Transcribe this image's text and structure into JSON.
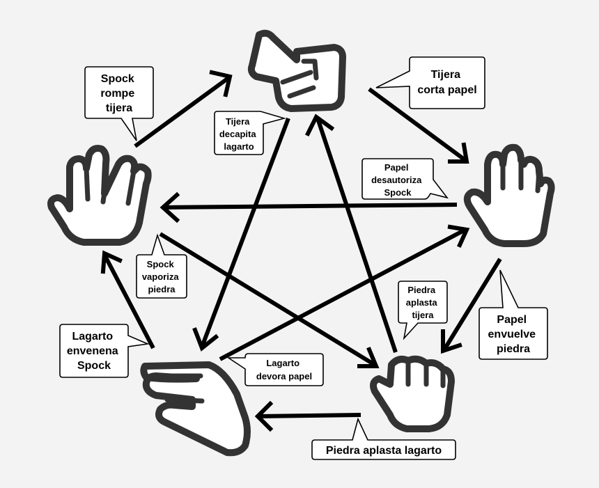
{
  "labels": {
    "spock_rompe_tijera": [
      "Spock",
      "rompe",
      "tijera"
    ],
    "tijera_corta_papel": [
      "Tijera",
      "corta papel"
    ],
    "tijera_decapita_lagarto": [
      "Tijera",
      "decapita",
      "lagarto"
    ],
    "papel_desautoriza_spock": [
      "Papel",
      "desautoriza",
      "Spock"
    ],
    "spock_vaporiza_piedra": [
      "Spock",
      "vaporiza",
      "piedra"
    ],
    "piedra_aplasta_tijera": [
      "Piedra",
      "aplasta",
      "tijera"
    ],
    "papel_envuelve_piedra": [
      "Papel",
      "envuelve",
      "piedra"
    ],
    "lagarto_envenena_spock": [
      "Lagarto",
      "envenena",
      "Spock"
    ],
    "lagarto_devora_papel": [
      "Lagarto",
      "devora papel"
    ],
    "piedra_aplasta_lagarto": [
      "Piedra aplasta lagarto"
    ]
  },
  "icons": {
    "scissors": "scissors-hand-icon",
    "paper": "paper-hand-icon",
    "rock": "rock-fist-icon",
    "lizard": "lizard-hand-icon",
    "spock": "spock-hand-icon"
  },
  "colors": {
    "background": "#f3f3f3",
    "hand_outline": "#333333",
    "arrow": "#000000"
  }
}
